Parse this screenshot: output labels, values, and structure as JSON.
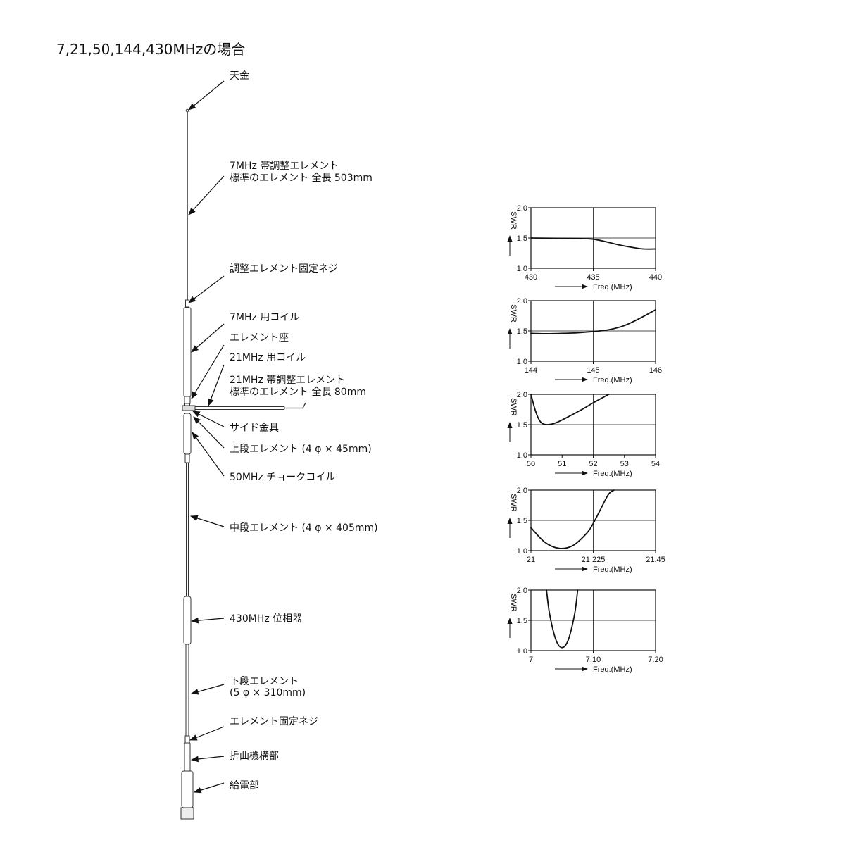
{
  "title": "7,21,50,144,430MHzの場合",
  "colors": {
    "ink": "#111111",
    "element": "#444444"
  },
  "parts": [
    {
      "id": "top-cap",
      "lines": [
        "天金"
      ]
    },
    {
      "id": "7mhz-adjust-element",
      "lines": [
        "7MHz 帯調整エレメント",
        "標準のエレメント 全長 503mm"
      ]
    },
    {
      "id": "adjust-element-screw",
      "lines": [
        "調整エレメント固定ネジ"
      ]
    },
    {
      "id": "7mhz-coil",
      "lines": [
        "7MHz 用コイル"
      ]
    },
    {
      "id": "element-seat",
      "lines": [
        "エレメント座"
      ]
    },
    {
      "id": "21mhz-coil",
      "lines": [
        "21MHz 用コイル"
      ]
    },
    {
      "id": "21mhz-adjust-element",
      "lines": [
        "21MHz 帯調整エレメント",
        "標準のエレメント 全長 80mm"
      ]
    },
    {
      "id": "side-bracket",
      "lines": [
        "サイド金具"
      ]
    },
    {
      "id": "upper-element",
      "lines": [
        "上段エレメント (4 φ × 45mm)"
      ]
    },
    {
      "id": "50mhz-choke",
      "lines": [
        "50MHz チョークコイル"
      ]
    },
    {
      "id": "middle-element",
      "lines": [
        "中段エレメント (4 φ × 405mm)"
      ]
    },
    {
      "id": "430mhz-phaser",
      "lines": [
        "430MHz 位相器"
      ]
    },
    {
      "id": "lower-element",
      "lines": [
        "下段エレメント",
        "(5 φ × 310mm)"
      ]
    },
    {
      "id": "element-fix-screw",
      "lines": [
        "エレメント固定ネジ"
      ]
    },
    {
      "id": "folding-mechanism",
      "lines": [
        "折曲機構部"
      ]
    },
    {
      "id": "feed-section",
      "lines": [
        "給電部"
      ]
    }
  ],
  "chart_data": [
    {
      "type": "line",
      "ylabel": "SWR",
      "xlabel": "Freq.(MHz)",
      "xlim": [
        430,
        440
      ],
      "ylim": [
        1.0,
        2.0
      ],
      "xticks": [
        "430",
        "435",
        "440"
      ],
      "yticks": [
        "1.0",
        "1.5",
        "2.0"
      ],
      "x": [
        430,
        432,
        434,
        435,
        436,
        437,
        438,
        439,
        440
      ],
      "y": [
        1.5,
        1.495,
        1.49,
        1.48,
        1.44,
        1.39,
        1.35,
        1.32,
        1.32
      ]
    },
    {
      "type": "line",
      "ylabel": "SWR",
      "xlabel": "Freq.(MHz)",
      "xlim": [
        144,
        146
      ],
      "ylim": [
        1.0,
        2.0
      ],
      "xticks": [
        "144",
        "145",
        "146"
      ],
      "yticks": [
        "1.0",
        "1.5",
        "2.0"
      ],
      "x": [
        144,
        144.25,
        144.5,
        144.75,
        145,
        145.25,
        145.5,
        145.75,
        146
      ],
      "y": [
        1.46,
        1.455,
        1.46,
        1.47,
        1.49,
        1.52,
        1.59,
        1.71,
        1.85
      ]
    },
    {
      "type": "line",
      "ylabel": "SWR",
      "xlabel": "Freq.(MHz)",
      "xlim": [
        50,
        54
      ],
      "ylim": [
        1.0,
        2.0
      ],
      "xticks": [
        "50",
        "51",
        "52",
        "53",
        "54"
      ],
      "yticks": [
        "1.0",
        "1.5",
        "2.0"
      ],
      "x": [
        50,
        50.15,
        50.3,
        50.5,
        50.8,
        51.2,
        51.6,
        52.0,
        52.5
      ],
      "y": [
        2.0,
        1.72,
        1.55,
        1.5,
        1.53,
        1.63,
        1.74,
        1.86,
        2.0
      ]
    },
    {
      "type": "line",
      "ylabel": "SWR",
      "xlabel": "Freq.(MHz)",
      "xlim": [
        21,
        21.45
      ],
      "ylim": [
        1.0,
        2.0
      ],
      "xticks": [
        "21",
        "21.225",
        "21.45"
      ],
      "yticks": [
        "1.0",
        "1.5",
        "2.0"
      ],
      "x": [
        21.0,
        21.05,
        21.1,
        21.15,
        21.2,
        21.225,
        21.25,
        21.28,
        21.3
      ],
      "y": [
        1.38,
        1.14,
        1.04,
        1.08,
        1.28,
        1.45,
        1.67,
        1.93,
        2.0
      ]
    },
    {
      "type": "line",
      "ylabel": "SWR",
      "xlabel": "Freq.(MHz)",
      "xlim": [
        7,
        7.2
      ],
      "ylim": [
        1.0,
        2.0
      ],
      "xticks": [
        "7",
        "7.10",
        "7.20"
      ],
      "yticks": [
        "1.0",
        "1.5",
        "2.0"
      ],
      "x": [
        7.025,
        7.03,
        7.04,
        7.05,
        7.06,
        7.07,
        7.075
      ],
      "y": [
        2.0,
        1.6,
        1.18,
        1.05,
        1.18,
        1.6,
        2.0
      ]
    }
  ]
}
